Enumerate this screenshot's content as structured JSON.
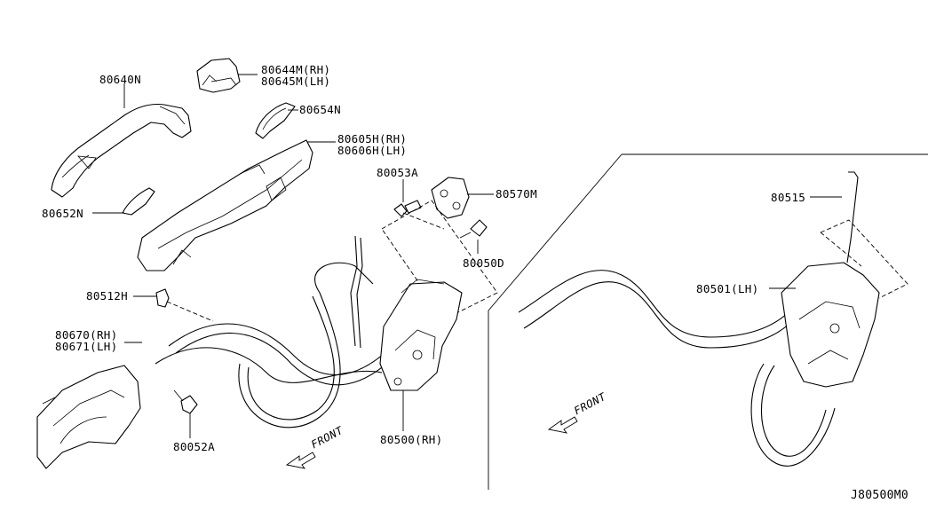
{
  "diagram_code": "J80500M0",
  "front_label": "FRONT",
  "labels": {
    "p80640N": "80640N",
    "p80644M": "80644M(RH)",
    "p80645M": "80645M(LH)",
    "p80654N": "80654N",
    "p80605H": "80605H(RH)",
    "p80606H": "80606H(LH)",
    "p80652N": "80652N",
    "p80053A": "80053A",
    "p80570M": "80570M",
    "p80050D": "80050D",
    "p80512H": "80512H",
    "p80670": "80670(RH)",
    "p80671": "80671(LH)",
    "p80052A": "80052A",
    "p80500": "80500(RH)",
    "p80515": "80515",
    "p80501": "80501(LH)"
  }
}
